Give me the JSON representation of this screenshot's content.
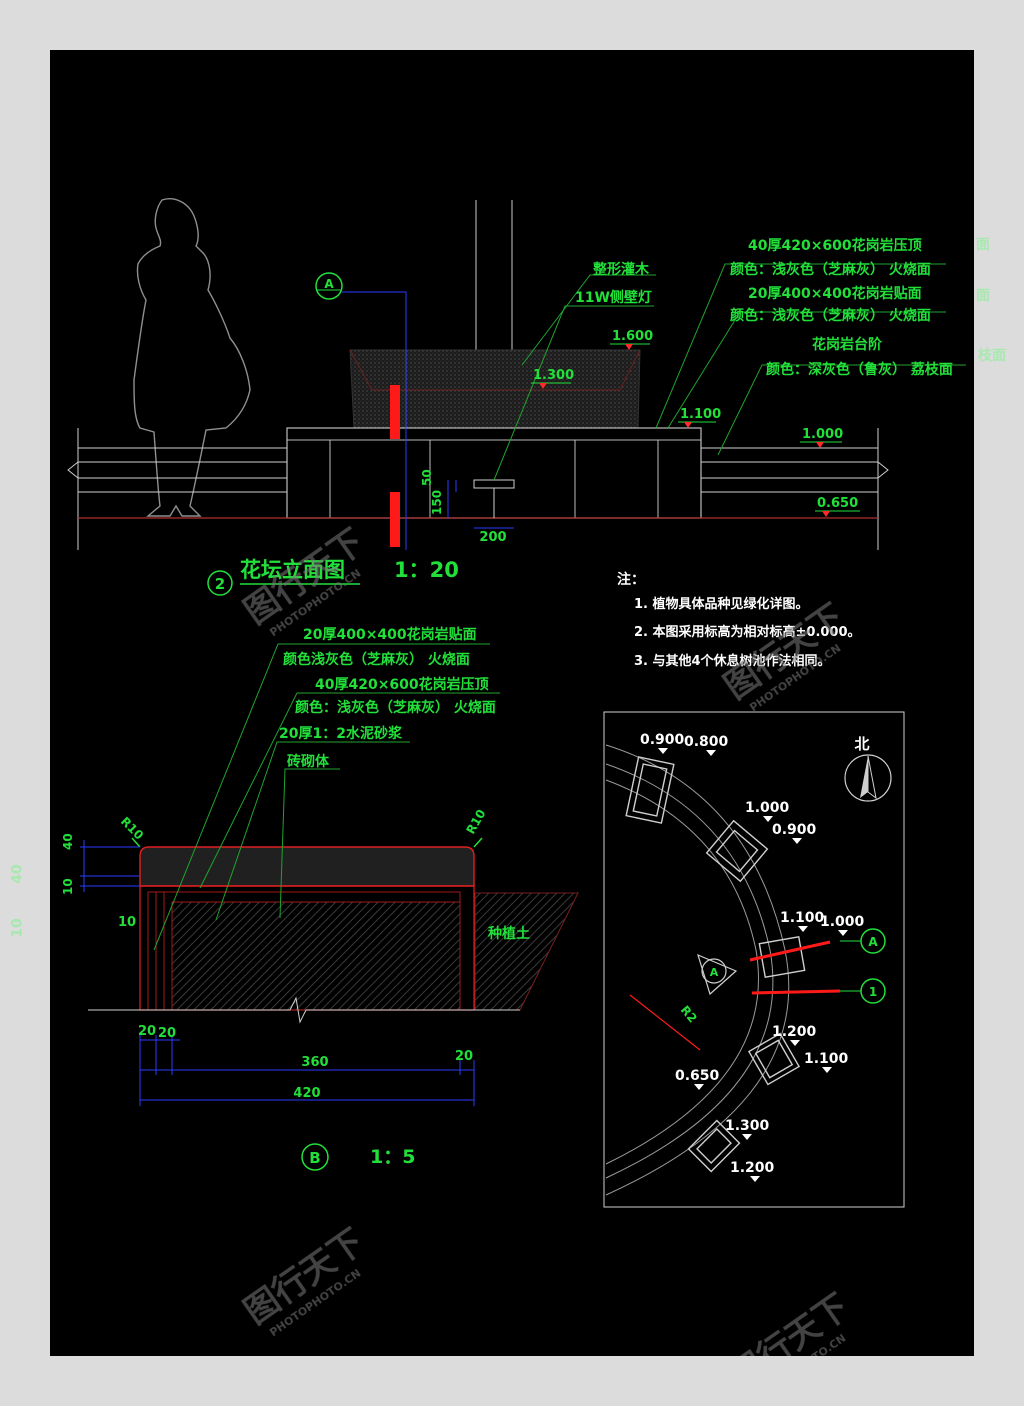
{
  "elevation": {
    "title": "花坛立面图",
    "scale": "1：20",
    "number": "2",
    "callout_section": "A",
    "labels": {
      "shrub": "整形灌木",
      "wall_light": "11W侧壁灯",
      "coping": "40厚420×600花岗岩压顶",
      "coping_color": "颜色：浅灰色（芝麻灰）  火烧面",
      "cladding": "20厚400×400花岗岩贴面",
      "cladding_color": "颜色：浅灰色（芝麻灰）  火烧面",
      "step": "花岗岩台阶",
      "step_color": "颜色：深灰色（鲁灰）  荔枝面"
    },
    "levels": {
      "l1600": "1.600",
      "l1300": "1.300",
      "l1100": "1.100",
      "l1000": "1.000",
      "l0650": "0.650"
    },
    "dims": {
      "d200": "200",
      "d150": "150",
      "d50": "50"
    }
  },
  "notes": {
    "heading": "注：",
    "items": [
      "1. 植物具体品种见绿化详图。",
      "2. 本图采用标高为相对标高±0.000。",
      "3. 与其他4个休息树池作法相同。"
    ]
  },
  "section": {
    "label": "B",
    "scale": "1：5",
    "labels": {
      "cladding": "20厚400×400花岗岩贴面",
      "cladding_color": "颜色浅灰色（芝麻灰）  火烧面",
      "coping": "40厚420×600花岗岩压顶",
      "coping_color": "颜色：浅灰色（芝麻灰）  火烧面",
      "mortar": "20厚1：2水泥砂浆",
      "brick": "砖砌体",
      "soil": "种植土"
    },
    "dims": {
      "r10_left": "R10",
      "r10_right": "R10",
      "d40": "40",
      "d10": "10",
      "d10b": "10",
      "d20a": "20",
      "d20b": "20",
      "d20c": "20",
      "d360": "360",
      "d420": "420"
    }
  },
  "plan": {
    "north": "北",
    "levels": [
      "0.900",
      "0.800",
      "1.000",
      "0.900",
      "1.100",
      "1.000",
      "1.200",
      "1.100",
      "0.650",
      "1.300",
      "1.200"
    ],
    "callouts": [
      "A",
      "1",
      "A"
    ],
    "radius": "R2"
  },
  "watermark": {
    "brand": "图行天下",
    "url": "PHOTOPHOTO.CN"
  },
  "edge_fragments": [
    "面",
    "面",
    "枝面",
    "40",
    "10"
  ],
  "colors": {
    "background": "#000000",
    "text": "#22e03a",
    "accent": "#ff1a1a",
    "dimension": "#2a3cff",
    "leader": "#1fa32f"
  }
}
